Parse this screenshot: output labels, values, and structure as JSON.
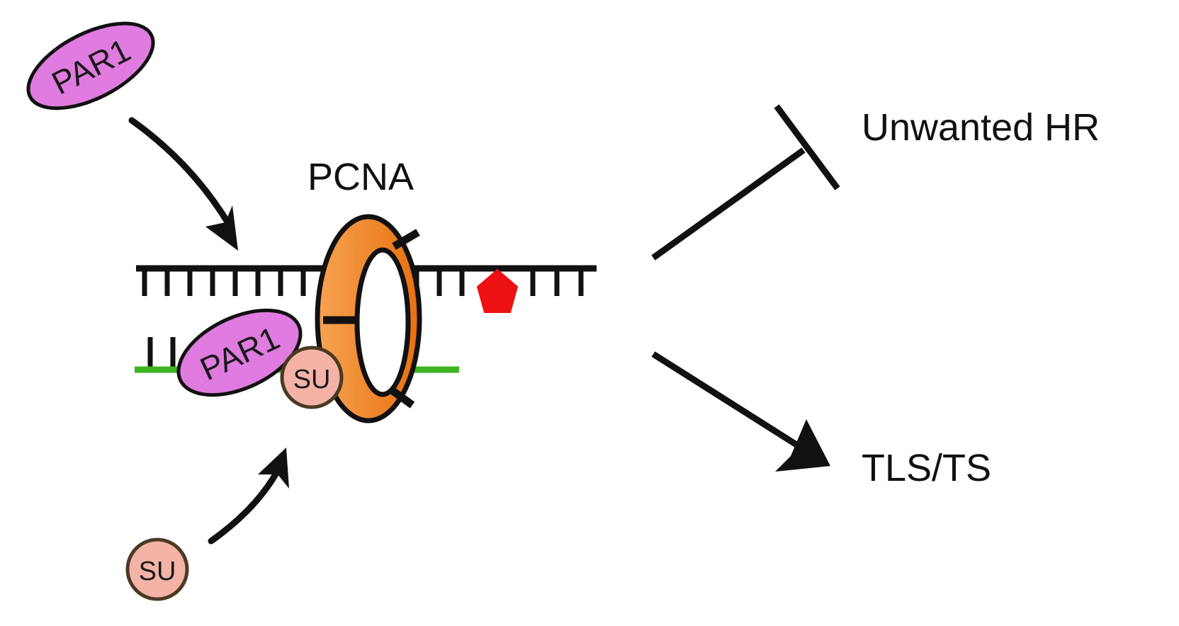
{
  "labels": {
    "pcna": "PCNA",
    "unwanted_hr": "Unwanted HR",
    "tls_ts": "TLS/TS"
  },
  "proteins": {
    "par1_free": "PAR1",
    "par1_bound": "PAR1",
    "su_bound": "SU",
    "su_free": "SU"
  },
  "colors": {
    "par1_fill": "#e07be0",
    "su_fill": "#f5b3a8",
    "pcna_fill": "#f07e22",
    "lesion": "#ee1111",
    "nascent_strand": "#3cb521",
    "dna": "#111111"
  },
  "icons": {
    "lesion": "red-pentagon-lesion",
    "activation": "arrow",
    "inhibition": "t-bar-inhibition"
  }
}
